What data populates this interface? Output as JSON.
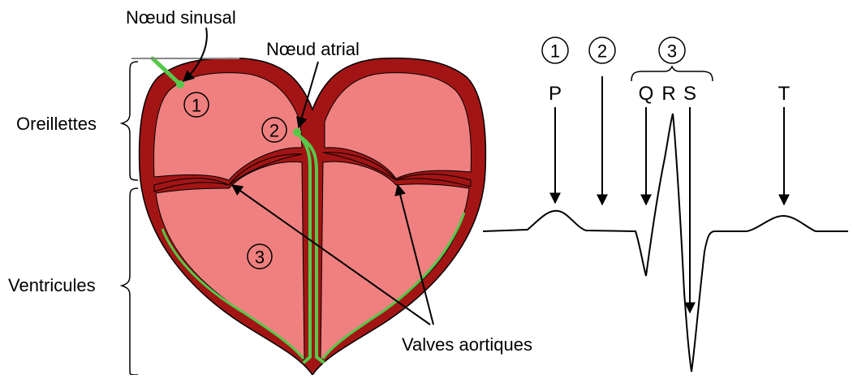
{
  "labels": {
    "sinus_node": "Nœud sinusal",
    "atrial_node": "Nœud atrial",
    "atria": "Oreillettes",
    "ventricles": "Ventricules",
    "aortic_valves": "Valves aortiques"
  },
  "heart_markers": [
    "1",
    "2",
    "3"
  ],
  "ecg_markers": [
    "1",
    "2",
    "3"
  ],
  "waves": {
    "p": "P",
    "q": "Q",
    "r": "R",
    "s": "S",
    "t": "T"
  },
  "colors": {
    "heart_wall": "#a31515",
    "heart_chamber": "#f08080",
    "conduction": "#55c84a",
    "ink": "#000000"
  }
}
